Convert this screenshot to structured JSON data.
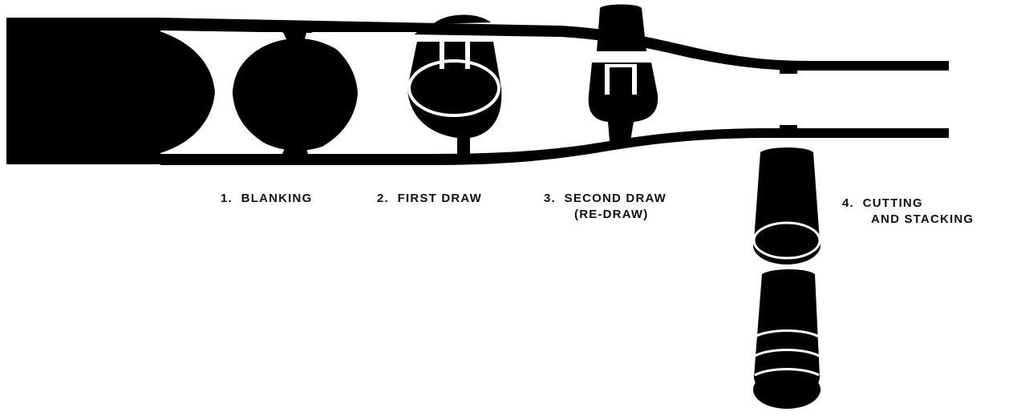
{
  "colors": {
    "ink": "#000000",
    "paper": "#ffffff"
  },
  "steps": [
    {
      "number": "1.",
      "title": "BLANKING"
    },
    {
      "number": "2.",
      "title": "FIRST DRAW"
    },
    {
      "number": "3.",
      "title": "SECOND DRAW",
      "subtitle": "(RE-DRAW)"
    },
    {
      "number": "4.",
      "title": "CUTTING",
      "subtitle": "AND STACKING"
    }
  ]
}
